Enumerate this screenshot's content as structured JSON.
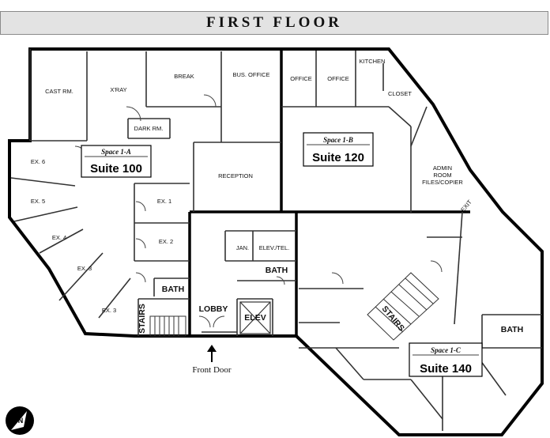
{
  "title": "FIRST FLOOR",
  "suites": [
    {
      "space": "Space 1-A",
      "suite": "Suite 100"
    },
    {
      "space": "Space 1-B",
      "suite": "Suite 120"
    },
    {
      "space": "Space 1-C",
      "suite": "Suite 140"
    }
  ],
  "rooms": {
    "cast_rm": "CAST RM.",
    "xray": "X'RAY",
    "break": "BREAK",
    "bus_office": "BUS. OFFICE",
    "dark_rm": "DARK RM.",
    "ex6": "EX. 6",
    "ex5": "EX. 5",
    "ex4": "EX. 4",
    "ex3": "EX. 3",
    "ex3b": "EX. 3",
    "ex1": "EX. 1",
    "ex2": "EX. 2",
    "reception": "RECEPTION",
    "office1": "OFFICE",
    "office2": "OFFICE",
    "kitchen": "KITCHEN",
    "closet": "CLOSET",
    "admin1": "ADMIN",
    "admin2": "ROOM",
    "admin3": "FILES/COPIER",
    "exit": "EXIT",
    "jan": "JAN.",
    "elev_tel": "ELEV./TEL.",
    "bath_lobby": "BATH",
    "bath_a": "BATH",
    "bath_c": "BATH",
    "lobby": "LOBBY",
    "elev": "ELEV",
    "stairs_a": "STAIRS",
    "stairs_c": "STAIRS"
  },
  "front_door": "Front Door",
  "icons": {
    "north": "north-arrow-icon",
    "door": "front-door-arrow-icon"
  }
}
